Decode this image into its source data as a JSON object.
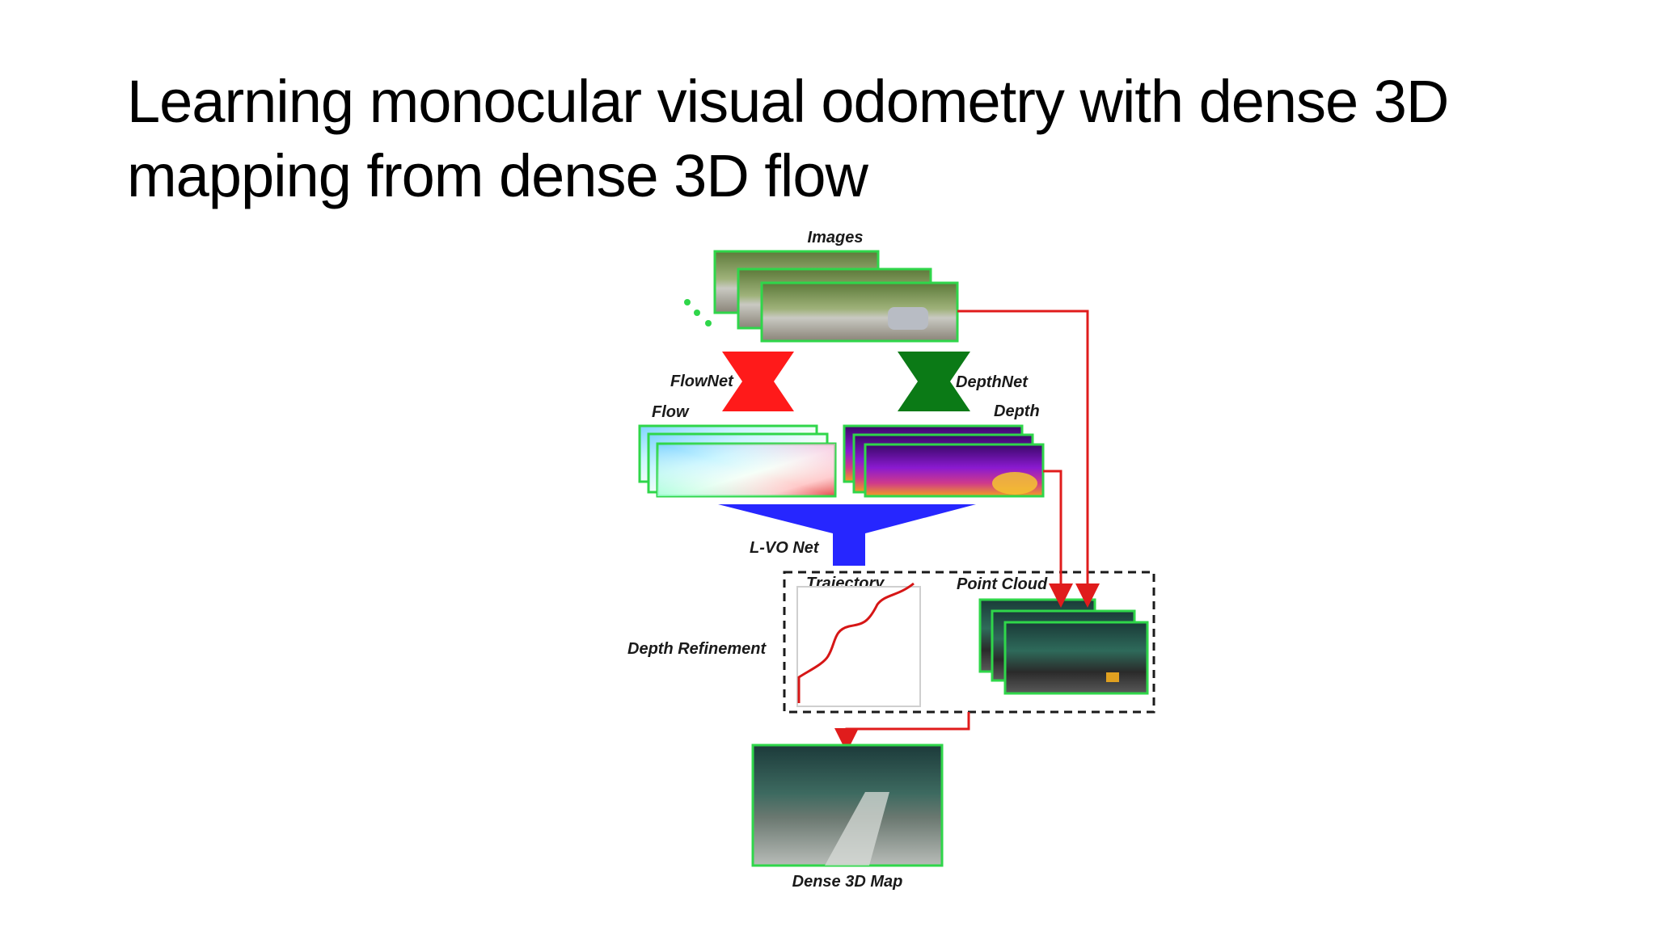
{
  "slide": {
    "title_line1": "Learning monocular visual odometry with dense 3D",
    "title_line2": "mapping from dense 3D flow"
  },
  "diagram": {
    "labels": {
      "images": "Images",
      "flownet": "FlowNet",
      "depthnet": "DepthNet",
      "flow": "Flow",
      "depth": "Depth",
      "lvo_net": "L-VO Net",
      "trajectory": "Trajectory",
      "point_cloud": "Point Cloud",
      "depth_refinement": "Depth Refinement",
      "dense_map": "Dense 3D Map"
    },
    "colors": {
      "frame_border": "#2fd64a",
      "flownet": "#ff1a1a",
      "depthnet": "#0b7a16",
      "lvo_net": "#2626ff",
      "arrow": "#e01c1c",
      "trajectory_line": "#d61616"
    }
  }
}
